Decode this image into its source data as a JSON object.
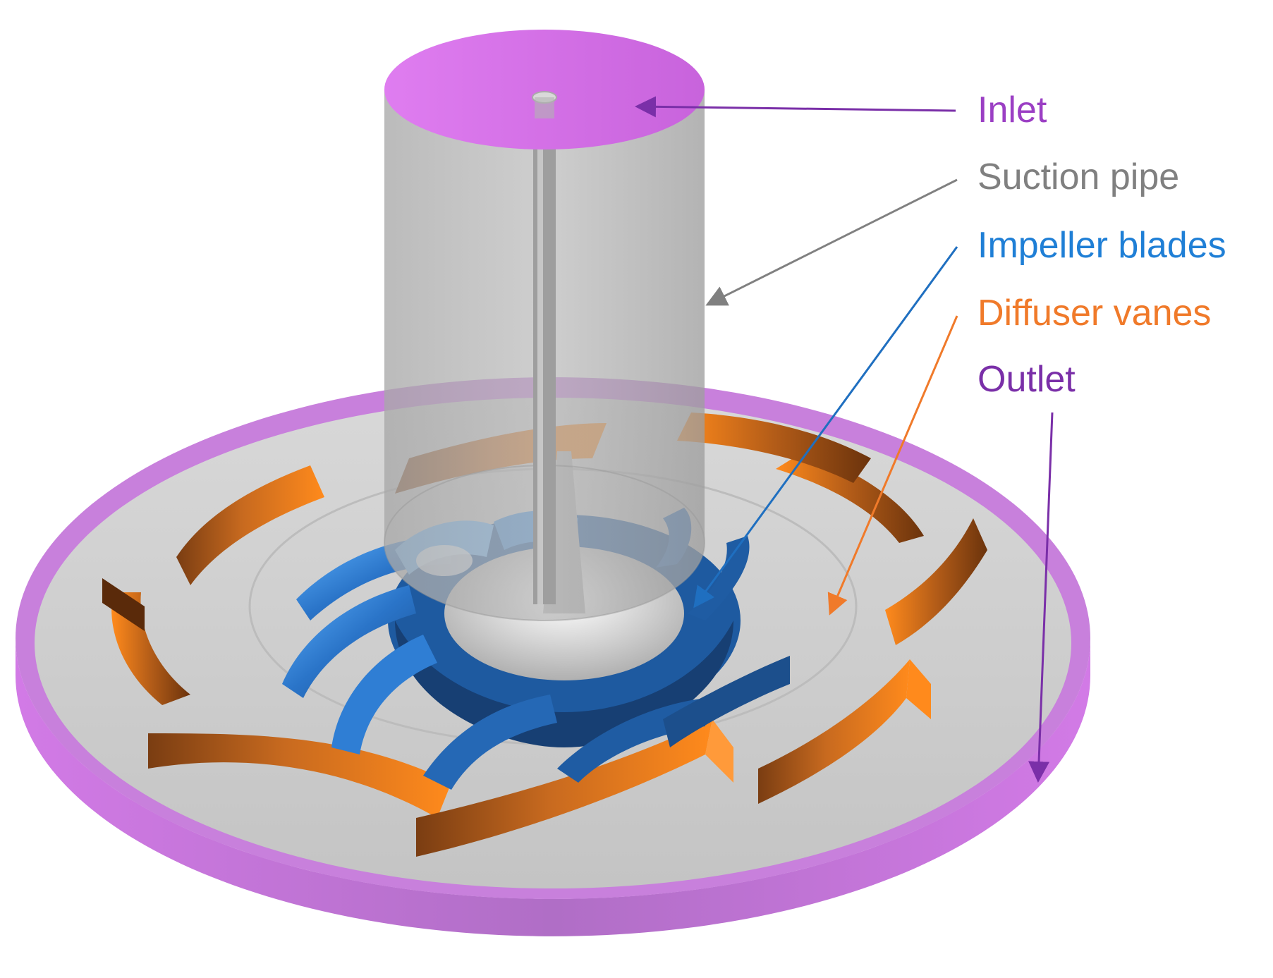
{
  "labels": {
    "inlet": "Inlet",
    "suction_pipe": "Suction pipe",
    "impeller_blades": "Impeller blades",
    "diffuser_vanes": "Diffuser vanes",
    "outlet": "Outlet"
  },
  "colors": {
    "inlet": "#9b3fc4",
    "suction_pipe": "#808080",
    "impeller_blades": "#1f7fd6",
    "diffuser_vanes": "#f07a2a",
    "outlet": "#7a2fa8",
    "ring": "#cc6fe0",
    "disc": "#cfcfcf",
    "pipe": "#a9a9a9",
    "impeller_fill": "#2a74c8",
    "vane_light": "#ff8a1c",
    "vane_dark": "#7a3d12"
  }
}
